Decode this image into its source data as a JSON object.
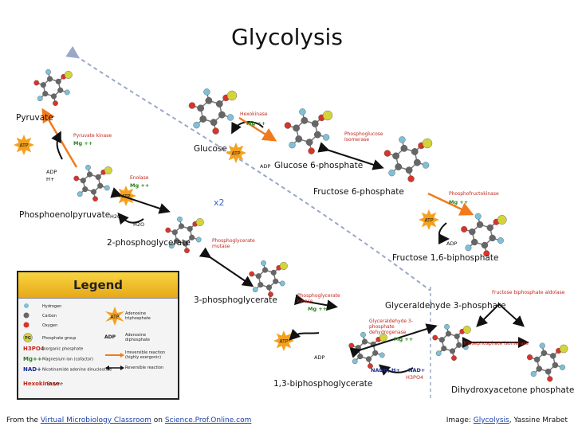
{
  "title": "Glycolysis",
  "molecules": {
    "glucose": "Glucose",
    "g6p": "Glucose 6-phosphate",
    "f6p": "Fructose 6-phosphate",
    "f16bp": "Fructose 1,6-biphosphate",
    "g3p": "Glyceraldehyde 3-phosphate",
    "dhap": "Dihydroxyacetone phosphate",
    "bpg13": "1,3-biphosphoglycerate",
    "pg3": "3-phosphoglycerate",
    "pg2": "2-phosphoglycerate",
    "pep": "Phosphoenolpyruvate",
    "pyruvate": "Pyruvate"
  },
  "enzymes": {
    "hexokinase": "Hexokinase",
    "phosphoglucose_isomerase": "Phosphoglucose Isomerase",
    "phosphofructokinase": "Phosphofructokinase",
    "aldolase": "Fructose biphosphate aldolase",
    "triose_isomerase": "Triosephosphate isomerase",
    "g3p_dehydrogenase": "Glyceraldehyde 3-phosphate dehydrogenase",
    "pgk": "Phosphoglycerate kinase",
    "pgm": "Phosphoglycerate mutase",
    "enolase": "Enolase",
    "pyruvate_kinase": "Pyruvate kinase"
  },
  "cofactors": {
    "atp": "ATP",
    "adp": "ADP",
    "mg": "Mg ++",
    "h2o": "H2O",
    "nadh": "NADH, H+",
    "nad": "NAD+",
    "h3po4": "H3PO4",
    "x2": "x2",
    "pg": "PG",
    "adp_h": "ADP H+"
  },
  "legend": {
    "title": "Legend",
    "items": [
      {
        "sym": "",
        "text": "Hydrogen"
      },
      {
        "sym": "",
        "text": "Carbon"
      },
      {
        "sym": "",
        "text": "Oxygen"
      },
      {
        "sym": "PG",
        "text": "Phosphate group"
      },
      {
        "sym": "H3PO4",
        "text": "Inorganic phosphate"
      },
      {
        "sym": "Mg++",
        "text": "Magnesium ion (cofactor)"
      },
      {
        "sym": "NAD+",
        "text": "Nicotinamide adenine dinucleotide"
      },
      {
        "sym": "Hexokinase",
        "text": "Enzyme"
      }
    ],
    "right": [
      {
        "sym": "ATP",
        "text": "Adenosine triphosphate"
      },
      {
        "sym": "ADP",
        "text": "Adenosine diphosphate"
      },
      {
        "sym": "",
        "text": "Irreversible reaction (highly exergonic)"
      },
      {
        "sym": "",
        "text": "Reversible reaction"
      }
    ]
  },
  "footer": {
    "from": "From the",
    "vmc": "Virtual Microbiology Classroom",
    "on": "on",
    "spo": "Science.Prof.Online.com",
    "image": "Image:",
    "glycolysis_link": "Glycolysis",
    "author": ", Yassine Mrabet"
  },
  "colors": {
    "oxygen": "#d8342a",
    "carbon": "#666666",
    "hydrogen": "#7fc0d8",
    "phosphate": "#d4d43a",
    "atp": "#f3a11e",
    "enzyme": "#c0281e",
    "mg": "#2a7d1e",
    "pathway": "#9aa8c8",
    "arrow_orange": "#f07a1c"
  }
}
